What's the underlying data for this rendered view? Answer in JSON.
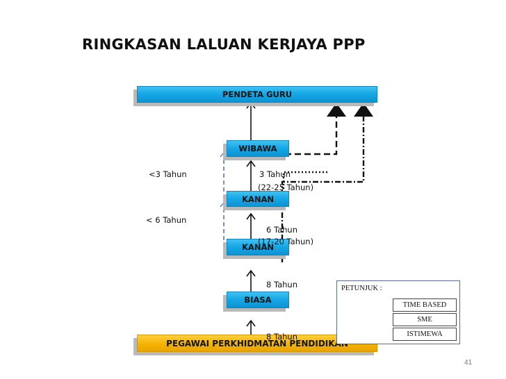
{
  "title": "RINGKASAN LALUAN KERJAYA PPP",
  "boxes": {
    "pendeta_guru": "PENDETA GURU",
    "wibawa": "WIBAWA",
    "kanan_upper": "KANAN",
    "kanan_lower": "KANAN",
    "biasa": "BIASA",
    "pegawai": "PEGAWAI PERKHIDMATAN PENDIDIKAN"
  },
  "labels": {
    "lt3": "<3 Tahun",
    "t3": "3 Tahun",
    "t3_sub": "(22-25 Tahun)",
    "lt6": "< 6 Tahun",
    "t6": "6 Tahun",
    "t6_sub": "(17-20 Tahun)",
    "t8_upper": "8 Tahun",
    "t8_lower": "8 Tahun"
  },
  "legend": {
    "title": "PETUNJUK :",
    "time_based": "TIME BASED",
    "sme": "SME",
    "istimewa": "ISTIMEWA"
  },
  "page_number": "41"
}
